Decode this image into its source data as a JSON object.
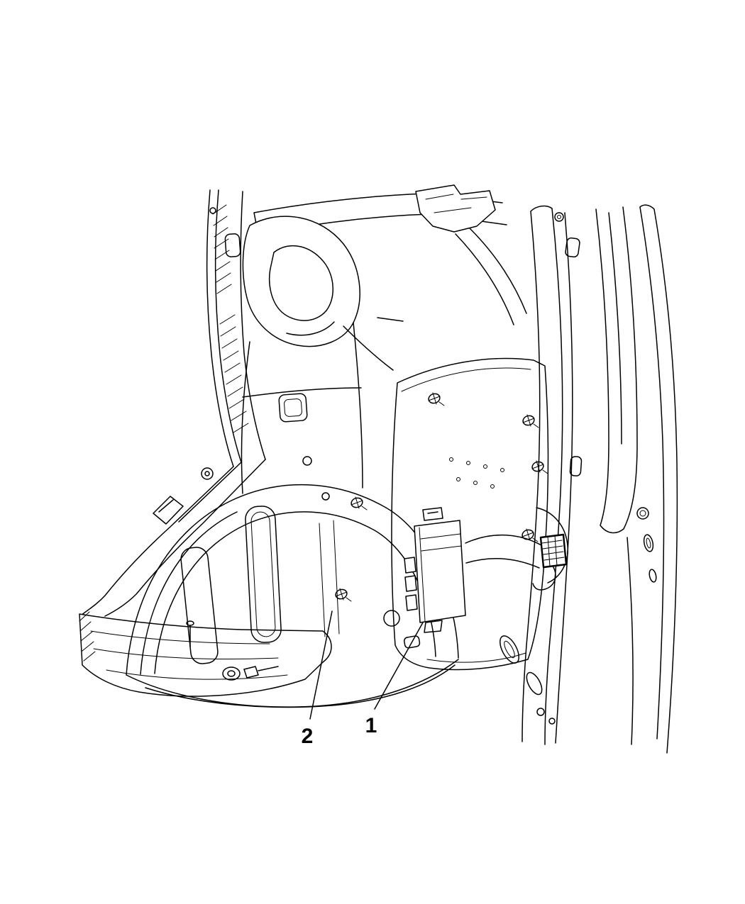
{
  "diagram": {
    "description": "Black-and-white automotive parts line drawing of a rear inner quarter panel and wheel housing with a mounted electronic module, annotated with two numbered part callouts",
    "background_color": "#ffffff",
    "line_color": "#000000",
    "callouts": [
      {
        "label": "1"
      },
      {
        "label": "2"
      }
    ]
  }
}
